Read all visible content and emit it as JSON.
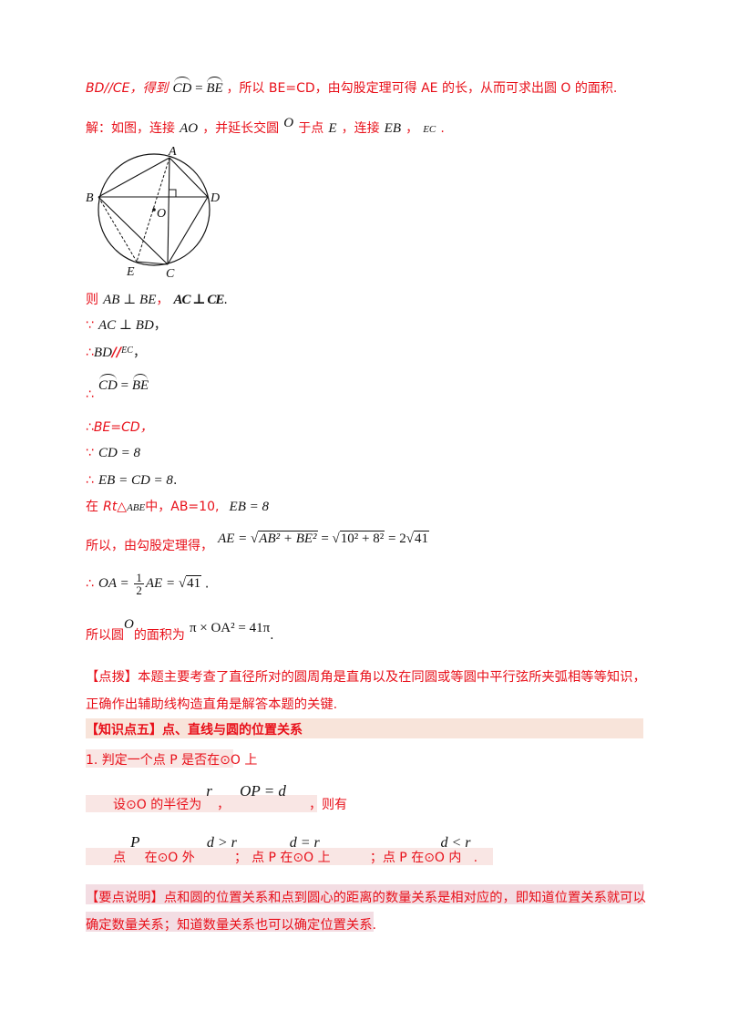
{
  "intro": {
    "part1": "BD//CE，得到",
    "arc_lhs": "CD",
    "eq": " = ",
    "arc_rhs": "BE",
    "part2": "，所以 BE=CD，由勾股定理可得 AE 的长，从而可求出圆 O 的面积."
  },
  "solution": {
    "prefix": "解：如图，连接",
    "seg_ao": "AO",
    "mid": "，并延长交圆",
    "circle_o": "O",
    "to_point": "于点",
    "point_e": "E",
    "comma1": "，连接",
    "seg_eb": "EB",
    "comma2": "，",
    "seg_ec": "EC",
    "end": "."
  },
  "figure": {
    "labels": {
      "A": "A",
      "B": "B",
      "C": "C",
      "D": "D",
      "E": "E",
      "O": "O"
    }
  },
  "steps": {
    "s1_prefix": "则",
    "s1_math1": "AB ⊥ BE",
    "s1_comma": "，",
    "s1_math2": "AC ⊥ CE",
    "s1_end": ".",
    "s2_symbol": "∵",
    "s2_math": "AC ⊥ BD",
    "s2_end": "，",
    "s3_symbol": "∴",
    "s3_math1": "BD",
    "s3_parallel": "//",
    "s3_math2": "EC",
    "s3_end": "，",
    "s4_symbol": "∴",
    "s4_arc1": "CD",
    "s4_eq": " = ",
    "s4_arc2": "BE",
    "s5_text": "∴BE=CD，",
    "s6_symbol": "∵",
    "s6_math": "CD = 8",
    "s7_symbol": "∴",
    "s7_math": "EB = CD = 8",
    "s7_end": ".",
    "s8_prefix": "在",
    "s8_rt": "Rt△",
    "s8_abe": "ABE",
    "s8_mid": "中，AB=10,",
    "s8_math": "EB = 8",
    "s9_prefix": "所以，由勾股定理得，",
    "s9_lhs": "AE = ",
    "s9_r1": "AB² + BE²",
    "s9_eq2": " = ",
    "s9_r2": "10² + 8²",
    "s9_eq3": " = 2",
    "s9_r3": "41",
    "s10_symbol": "∴",
    "s10_lhs": "OA = ",
    "s10_num": "1",
    "s10_den": "2",
    "s10_rest": "AE = ",
    "s10_r": "41",
    "s10_end": ".",
    "s11_prefix": "所以圆",
    "s11_o": "O",
    "s11_mid": "的面积为",
    "s11_math": "π × OA² = 41π",
    "s11_end": "."
  },
  "tip": {
    "line1": "【点拨】本题主要考查了直径所对的圆周角是直角以及在同圆或等圆中平行弦所夹弧相等等知识，",
    "line2": "正确作出辅助线构造直角是解答本题的关键."
  },
  "section": {
    "heading": "【知识点五】点、直线与圆的位置关系",
    "item1": "1. 判定一个点 P 是否在⊙O 上",
    "set_text": "设⊙O 的半径为",
    "set_r": "r",
    "set_comma": "，",
    "set_math": "OP = d",
    "set_end": "，则有",
    "pt_text": "点",
    "pt_p": "P",
    "pt_out": "在⊙O 外",
    "cond1": "d > r",
    "semi1": "；",
    "pt_on": "点 P 在⊙O 上",
    "cond2": "d = r",
    "semi2": "；点 P 在⊙O 内",
    "cond3": "d < r",
    "end": "."
  },
  "keypoint": {
    "line1": "【要点说明】点和圆的位置关系和点到圆心的距离的数量关系是相对应的，即知道位置关系就可以",
    "line2": "确定数量关系；知道数量关系也可以确定位置关系."
  }
}
